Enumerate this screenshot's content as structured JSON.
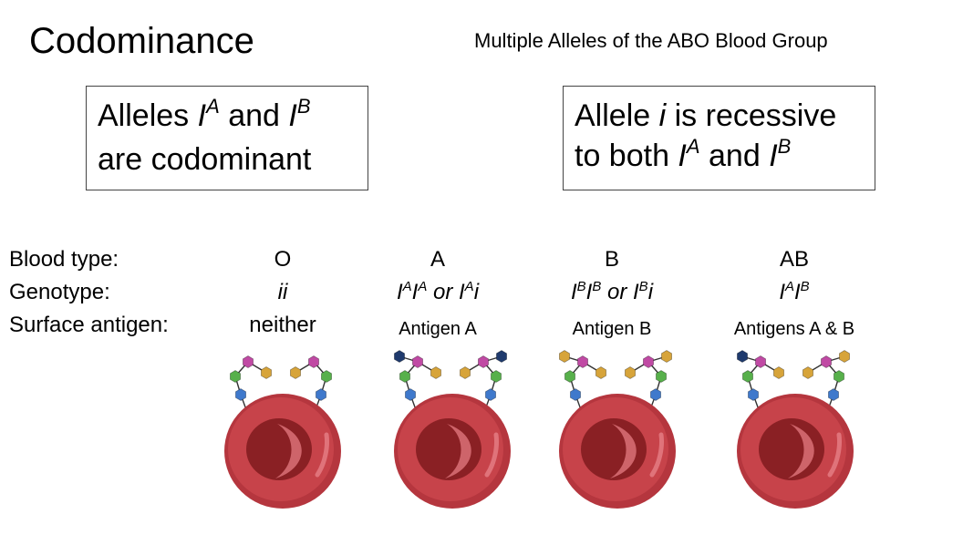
{
  "title": "Codominance",
  "subtitle": "Multiple Alleles of the ABO Blood Group",
  "box_left": {
    "line1_pre": "Alleles ",
    "i1": "I",
    "sup1": "A",
    "mid": " and ",
    "i2": "I",
    "sup2": "B",
    "line2": "are codominant"
  },
  "box_right": {
    "line1_pre": "Allele ",
    "ital": "i",
    "line1_post": " is recessive",
    "line2_pre": "to both ",
    "i1": "I",
    "sup1": "A",
    "mid": " and ",
    "i2": "I",
    "sup2": "B"
  },
  "row_labels": {
    "blood_type": "Blood type:",
    "genotype": "Genotype:",
    "surface_antigen": "Surface antigen:"
  },
  "columns": [
    {
      "blood_type": "O",
      "genotype": [
        {
          "t": "ii"
        }
      ],
      "antigen": "neither"
    },
    {
      "blood_type": "A",
      "genotype": [
        {
          "t": "I"
        },
        {
          "s": "A"
        },
        {
          "t": "I"
        },
        {
          "s": "A"
        },
        {
          "t": " or I"
        },
        {
          "s": "A"
        },
        {
          "t": "i"
        }
      ],
      "antigen": "Antigen A"
    },
    {
      "blood_type": "B",
      "genotype": [
        {
          "t": "I"
        },
        {
          "s": "B"
        },
        {
          "t": "I"
        },
        {
          "s": "B"
        },
        {
          "t": " or I"
        },
        {
          "s": "B"
        },
        {
          "t": "i"
        }
      ],
      "antigen": "Antigen B"
    },
    {
      "blood_type": "AB",
      "genotype": [
        {
          "t": "I"
        },
        {
          "s": "A"
        },
        {
          "t": "I"
        },
        {
          "s": "B"
        }
      ],
      "antigen": "Antigens A & B"
    }
  ],
  "colors": {
    "cell_outer": "#b5363e",
    "cell_rim": "#c7434a",
    "cell_center": "#8a2024",
    "cell_highlight": "#e47b82",
    "sugar_magenta": "#c04aa4",
    "sugar_green": "#57b04b",
    "sugar_gold": "#d7a43a",
    "sugar_blue": "#3f79cc",
    "sugar_navy": "#1f3a6d",
    "stem": "#333333"
  }
}
